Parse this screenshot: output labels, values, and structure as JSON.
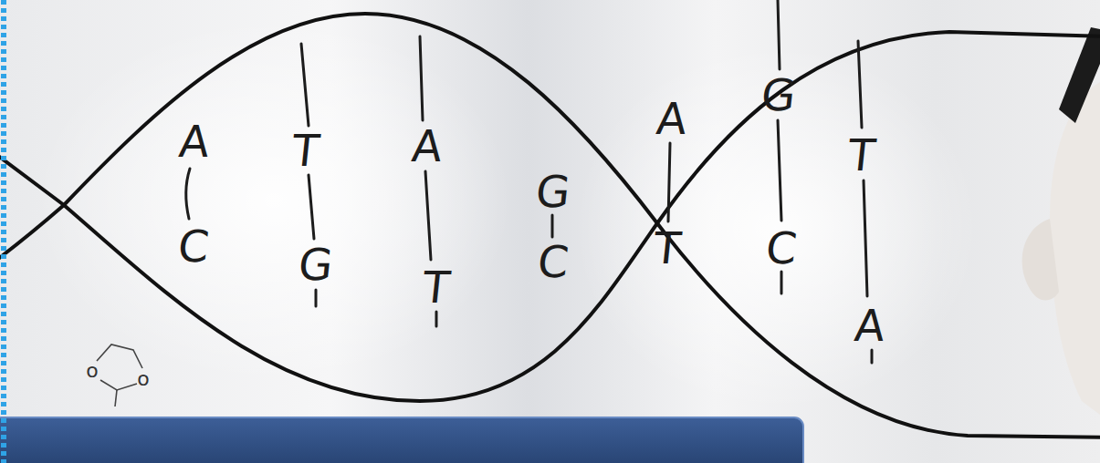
{
  "diagram": {
    "labels": [
      "A",
      "C",
      "T",
      "G",
      "A",
      "T",
      "G",
      "C",
      "A",
      "T",
      "G",
      "C",
      "T",
      "A",
      "o",
      "o"
    ]
  }
}
